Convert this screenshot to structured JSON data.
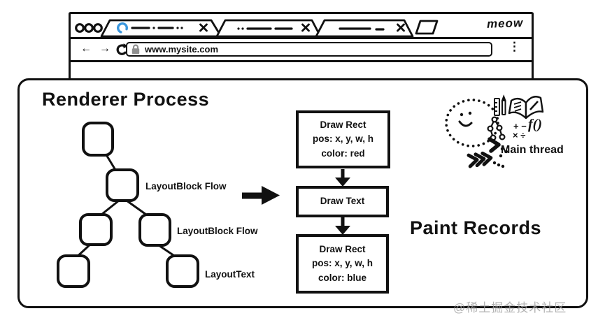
{
  "browser": {
    "logo_text": "meow",
    "tabs": [
      {
        "id": "tab-1",
        "loading": true
      },
      {
        "id": "tab-2",
        "loading": false
      },
      {
        "id": "tab-3",
        "loading": false
      }
    ],
    "toolbar": {
      "back_icon": "←",
      "forward_icon": "→",
      "menu_icon": "⋮",
      "url": "www.mysite.com"
    },
    "colors": {
      "spinner_blue": "#3b97de",
      "lock_gray": "#8f8f8f",
      "ink": "#111111"
    }
  },
  "panel": {
    "title": "Renderer Process",
    "layout_tree": {
      "labels": [
        "LayoutBlock Flow",
        "LayoutBlock Flow",
        "LayoutText"
      ]
    },
    "paint_records": {
      "heading": "Paint Records",
      "steps": [
        {
          "lines": [
            "Draw Rect",
            "pos: x, y, w, h",
            "color: red"
          ]
        },
        {
          "lines": [
            "Draw Text"
          ]
        },
        {
          "lines": [
            "Draw Rect",
            "pos: x, y, w, h",
            "color: blue"
          ]
        }
      ]
    },
    "main_thread_label": "Main thread"
  },
  "watermark": "@稀土掘金技术社区"
}
